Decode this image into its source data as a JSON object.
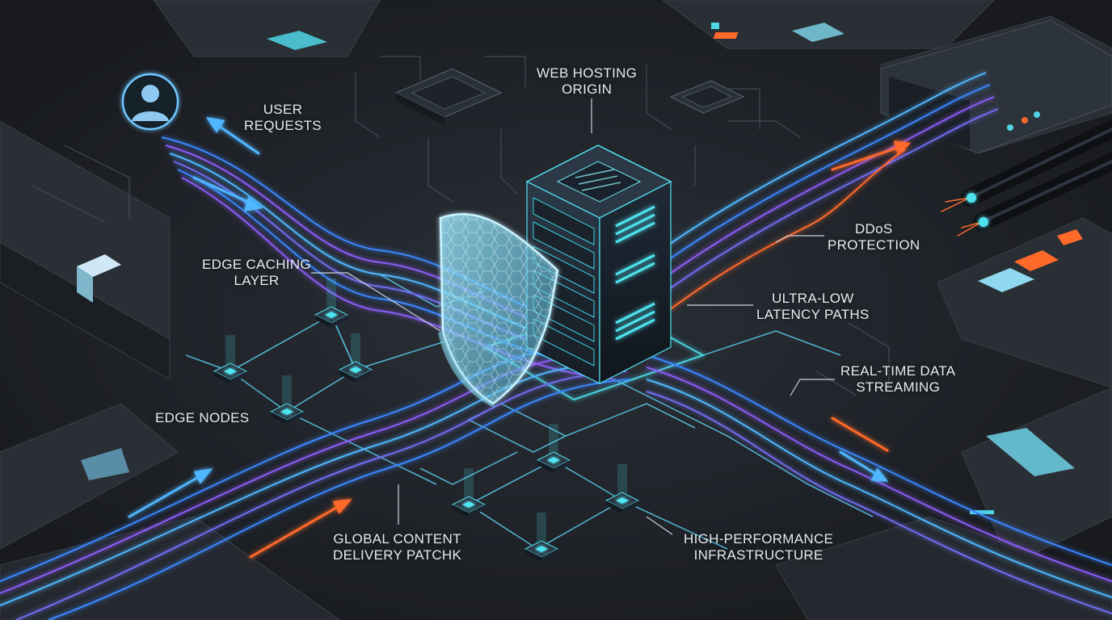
{
  "diagram": {
    "labels": {
      "user_requests": [
        "USER",
        "REQUESTS"
      ],
      "web_hosting_origin": [
        "WEB HOSTING",
        "ORIGIN"
      ],
      "edge_caching_layer": [
        "EDGE CACHING",
        "LAYER"
      ],
      "ddos_protection": [
        "DDoS",
        "PROTECTION"
      ],
      "ultra_low_latency_paths": [
        "ULTRA-LOW",
        "LATENCY PATHS"
      ],
      "real_time_data_streaming": [
        "REAL-TIME DATA",
        "STREAMING"
      ],
      "edge_nodes": [
        "EDGE NODES"
      ],
      "global_content_delivery": [
        "GLOBAL CONTENT",
        "DELIVERY PATCHK"
      ],
      "high_performance_infrastructure": [
        "HIGH-PERFORMANCE",
        "INFRASTRUCTURE"
      ]
    },
    "icons": {
      "user": "user-avatar-icon",
      "server": "server-tower-icon",
      "shield": "security-shield-icon",
      "node": "edge-node-icon",
      "chip": "circuit-chip-icon",
      "cable": "fiber-cable-icon"
    },
    "colors": {
      "background": "#1f2227",
      "cyan_glow": "#4fe3f0",
      "blue_stream": "#3a86ff",
      "purple_stream": "#8a5cf6",
      "orange_accent": "#ff6a2b",
      "label_text": "#e6ecf2"
    }
  }
}
